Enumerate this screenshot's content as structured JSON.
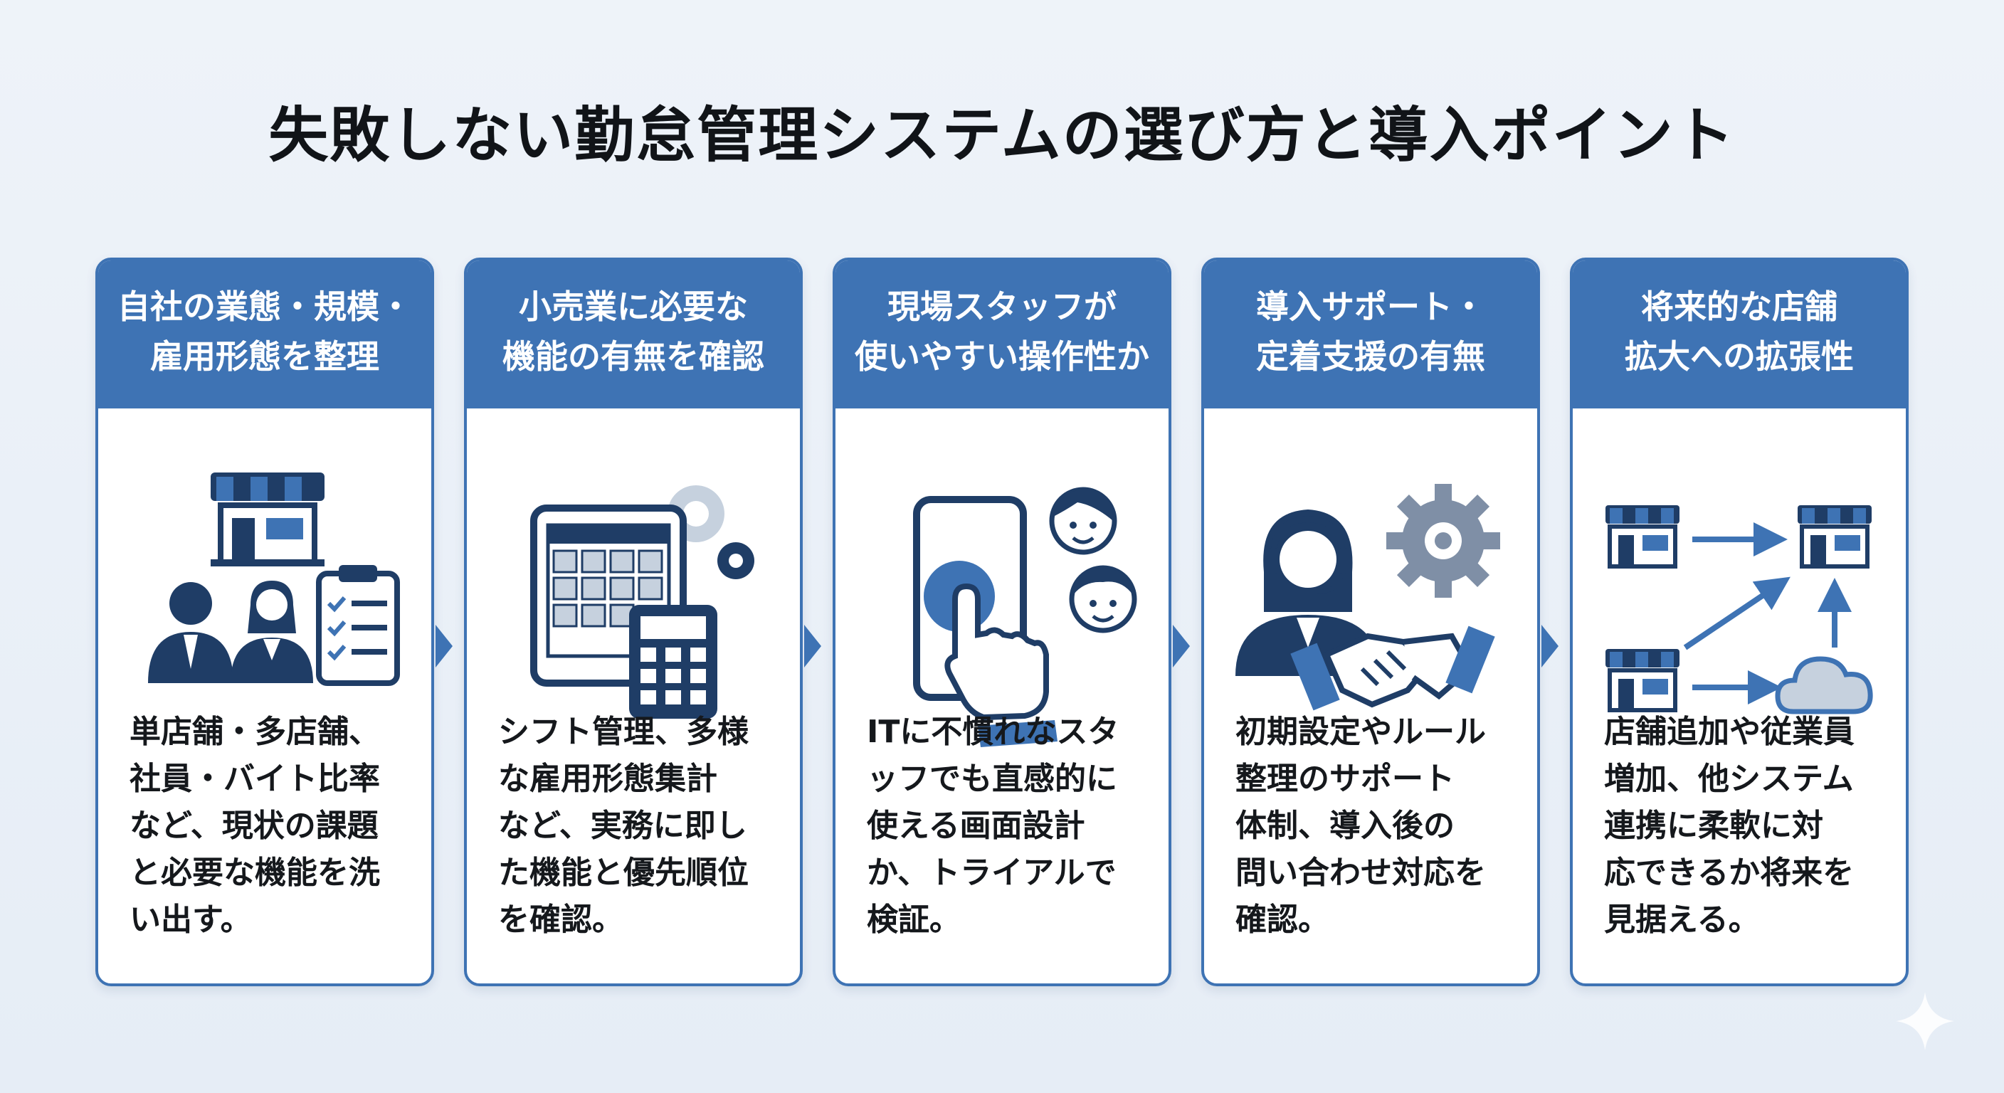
{
  "title": "失敗しない勤怠管理システムの選び方と導入ポイント",
  "colors": {
    "accent": "#3e73b4",
    "dark": "#1f3d66",
    "mid": "#7f8fa6",
    "light": "#c6d1de",
    "background": "#eaf0f7"
  },
  "steps": [
    {
      "heading": [
        "自社の業態・規模・",
        "雇用形態を整理"
      ],
      "icon": "store-staff-checklist-icon",
      "body": [
        "単店舗・多店舗、",
        "社員・バイト比率",
        "など、現状の課題",
        "と必要な機能を洗",
        "い出す。"
      ]
    },
    {
      "heading": [
        "小売業に必要な",
        "機能の有無を確認"
      ],
      "icon": "tablet-calendar-calculator-icon",
      "body": [
        "シフト管理、多様",
        "な雇用形態集計",
        "など、実務に即し",
        "た機能と優先順位",
        "を確認。"
      ]
    },
    {
      "heading": [
        "現場スタッフが",
        "使いやすい操作性か"
      ],
      "icon": "smartphone-touch-icon",
      "body": [
        "ITに不慣れなスタ",
        "ッフでも直感的に",
        "使える画面設計",
        "か、トライアルで",
        "検証。"
      ]
    },
    {
      "heading": [
        "導入サポート・",
        "定着支援の有無"
      ],
      "icon": "support-handshake-icon",
      "body": [
        "初期設定やルール",
        "整理のサポート",
        "体制、導入後の",
        "問い合わせ対応を",
        "確認。"
      ]
    },
    {
      "heading": [
        "将来的な店舗",
        "拡大への拡張性"
      ],
      "icon": "store-expansion-cloud-icon",
      "body": [
        "店舗追加や従業員",
        "増加、他システム",
        "連携に柔軟に対",
        "応できるか将来を",
        "見据える。"
      ]
    }
  ]
}
